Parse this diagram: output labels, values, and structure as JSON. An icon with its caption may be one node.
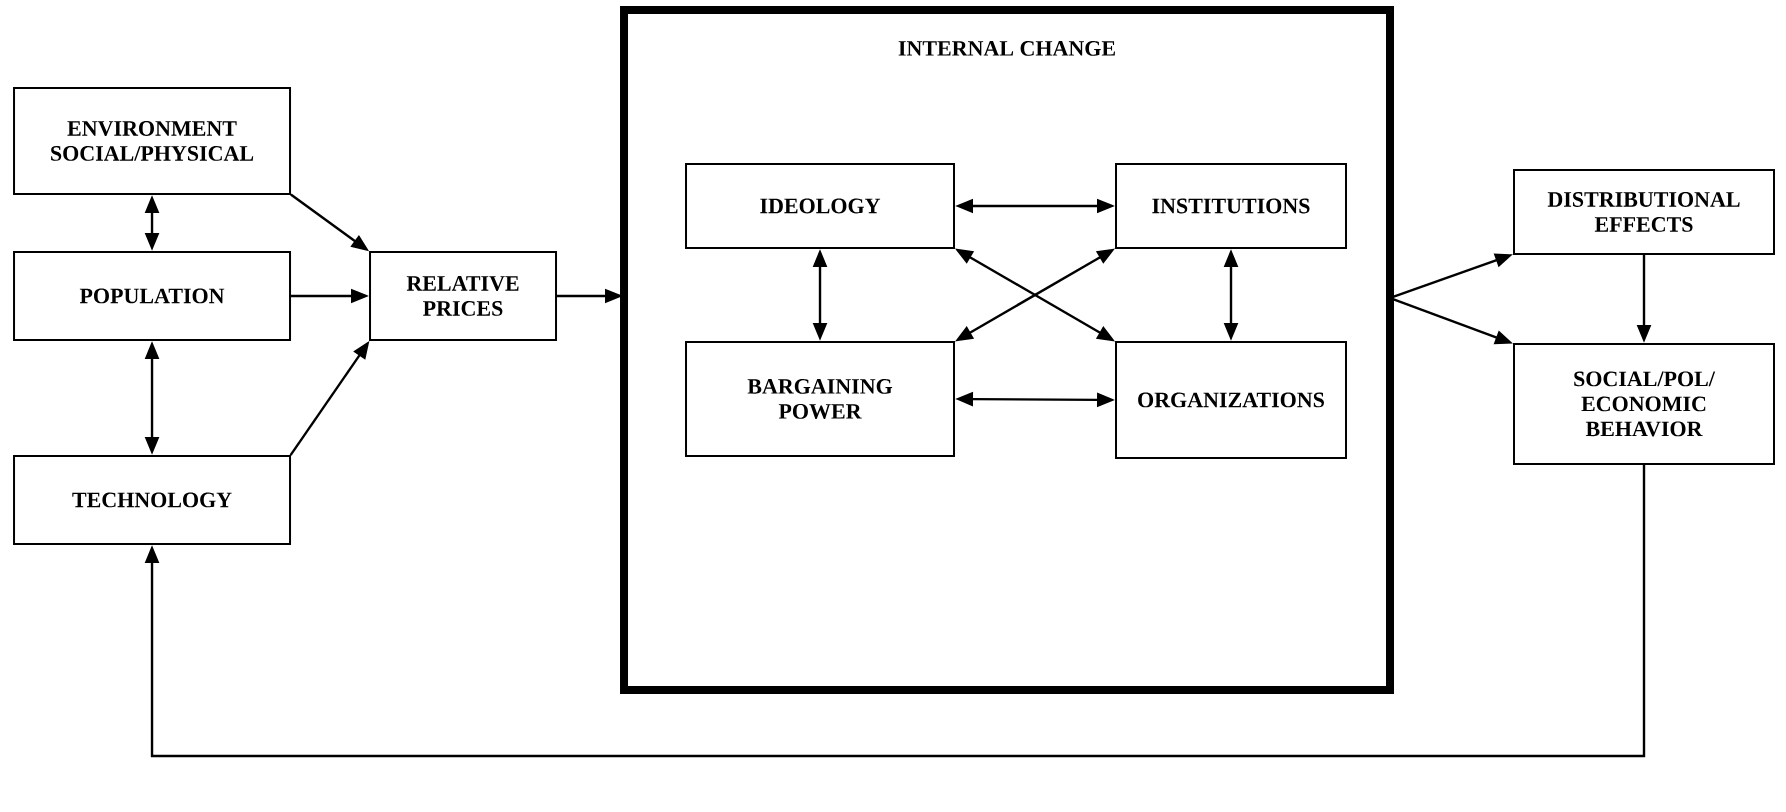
{
  "diagram": {
    "nodes": [
      {
        "text": [
          "ENVIRONMENT SOCIAL/PHYSICAL"
        ]
      },
      {
        "text": [
          "POPULATION"
        ]
      },
      {
        "text": [
          "TECHNOLOGY"
        ]
      },
      {
        "text": [
          "RELATIVE PRICES"
        ]
      },
      {
        "text": [
          "INTERNAL CHANGE"
        ]
      },
      {
        "text": [
          "IDEOLOGY"
        ],
        "in": 4
      },
      {
        "text": [
          "INSTITUTIONS"
        ],
        "in": 4
      },
      {
        "text": [
          "BARGAINING POWER"
        ],
        "in": 4
      },
      {
        "text": [
          "ORGANIZATIONS"
        ],
        "in": 4
      },
      {
        "text": [
          "DISTRIBUTIONAL EFFECTS"
        ]
      },
      {
        "text": [
          "SOCIAL/POL/ ECONOMIC BEHAVIOR"
        ]
      }
    ],
    "edges": [
      {
        "from": 0,
        "to": 1,
        "arrow": "both"
      },
      {
        "from": 1,
        "to": 2,
        "arrow": "both"
      },
      {
        "from": 0,
        "to": 3,
        "arrow": "to"
      },
      {
        "from": 1,
        "to": 3,
        "arrow": "to"
      },
      {
        "from": 2,
        "to": 3,
        "arrow": "to"
      },
      {
        "from": 3,
        "to": 4,
        "arrow": "to"
      },
      {
        "from": 5,
        "to": 6,
        "arrow": "both"
      },
      {
        "from": 5,
        "to": 7,
        "arrow": "both"
      },
      {
        "from": 6,
        "to": 8,
        "arrow": "both"
      },
      {
        "from": 7,
        "to": 8,
        "arrow": "both"
      },
      {
        "from": 5,
        "to": 8,
        "arrow": "both"
      },
      {
        "from": 6,
        "to": 7,
        "arrow": "both"
      },
      {
        "from": 4,
        "to": 9,
        "arrow": "to"
      },
      {
        "from": 4,
        "to": 10,
        "arrow": "to"
      },
      {
        "from": 9,
        "to": 10,
        "arrow": "to"
      },
      {
        "from": 10,
        "to": 2,
        "arrow": "to"
      }
    ]
  }
}
